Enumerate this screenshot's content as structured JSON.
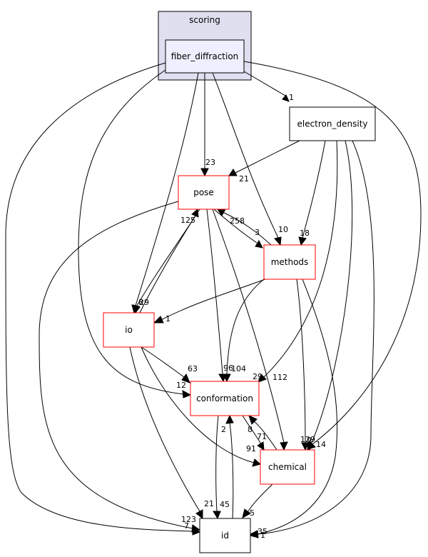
{
  "cluster": {
    "label": "scoring",
    "fill": "#dfdff0",
    "border": "#000000"
  },
  "nodes": {
    "fiber_diffraction": {
      "label": "fiber_diffraction",
      "border": "#000000",
      "fill": "#efefff"
    },
    "electron_density": {
      "label": "electron_density",
      "border": "#000000",
      "fill": "#ffffff"
    },
    "pose": {
      "label": "pose",
      "border": "#ff0000",
      "fill": "#ffffff"
    },
    "methods": {
      "label": "methods",
      "border": "#ff0000",
      "fill": "#ffffff"
    },
    "io": {
      "label": "io",
      "border": "#ff0000",
      "fill": "#ffffff"
    },
    "conformation": {
      "label": "conformation",
      "border": "#ff0000",
      "fill": "#ffffff"
    },
    "chemical": {
      "label": "chemical",
      "border": "#ff0000",
      "fill": "#ffffff"
    },
    "id": {
      "label": "id",
      "border": "#000000",
      "fill": "#ffffff"
    }
  },
  "edges": [
    {
      "key": "fd-ed",
      "from": "fiber_diffraction",
      "to": "electron_density",
      "label": "1"
    },
    {
      "key": "fd-pose",
      "from": "fiber_diffraction",
      "to": "pose",
      "label": "23"
    },
    {
      "key": "fd-meth",
      "from": "fiber_diffraction",
      "to": "methods",
      "label": "10"
    },
    {
      "key": "fd-io",
      "from": "fiber_diffraction",
      "to": "io",
      "label": "8"
    },
    {
      "key": "fd-conf",
      "from": "fiber_diffraction",
      "to": "conformation",
      "label": "12"
    },
    {
      "key": "fd-chem",
      "from": "fiber_diffraction",
      "to": "chemical",
      "label": "14"
    },
    {
      "key": "fd-id",
      "from": "fiber_diffraction",
      "to": "id",
      "label": "7"
    },
    {
      "key": "ed-pose",
      "from": "electron_density",
      "to": "pose",
      "label": "21"
    },
    {
      "key": "ed-meth",
      "from": "electron_density",
      "to": "methods",
      "label": "18"
    },
    {
      "key": "ed-conf",
      "from": "electron_density",
      "to": "conformation",
      "label": "29"
    },
    {
      "key": "ed-chem",
      "from": "electron_density",
      "to": "chemical",
      "label": "129"
    },
    {
      "key": "ed-id",
      "from": "electron_density",
      "to": "id",
      "label": "35"
    },
    {
      "key": "pose-meth",
      "from": "pose",
      "to": "methods",
      "label": "3"
    },
    {
      "key": "meth-pose",
      "from": "methods",
      "to": "pose",
      "label": "258"
    },
    {
      "key": "pose-io",
      "from": "pose",
      "to": "io",
      "label": "29"
    },
    {
      "key": "io-pose",
      "from": "io",
      "to": "pose",
      "label": "125"
    },
    {
      "key": "pose-conf",
      "from": "pose",
      "to": "conformation",
      "label": "96"
    },
    {
      "key": "pose-chem",
      "from": "pose",
      "to": "chemical",
      "label": "112"
    },
    {
      "key": "pose-id",
      "from": "pose",
      "to": "id",
      "label": "123"
    },
    {
      "key": "meth-io",
      "from": "methods",
      "to": "io",
      "label": "1"
    },
    {
      "key": "meth-conf",
      "from": "methods",
      "to": "conformation",
      "label": "104"
    },
    {
      "key": "meth-chem",
      "from": "methods",
      "to": "chemical",
      "label": "9"
    },
    {
      "key": "meth-id",
      "from": "methods",
      "to": "id",
      "label": "1"
    },
    {
      "key": "io-conf",
      "from": "io",
      "to": "conformation",
      "label": "63"
    },
    {
      "key": "io-chem",
      "from": "io",
      "to": "chemical",
      "label": "91"
    },
    {
      "key": "io-id",
      "from": "io",
      "to": "id",
      "label": "21"
    },
    {
      "key": "conf-chem",
      "from": "conformation",
      "to": "chemical",
      "label": "71"
    },
    {
      "key": "chem-conf",
      "from": "chemical",
      "to": "conformation",
      "label": "8"
    },
    {
      "key": "conf-id",
      "from": "conformation",
      "to": "id",
      "label": "45"
    },
    {
      "key": "id-conf",
      "from": "id",
      "to": "conformation",
      "label": "2"
    },
    {
      "key": "chem-id",
      "from": "chemical",
      "to": "id",
      "label": "5"
    }
  ]
}
